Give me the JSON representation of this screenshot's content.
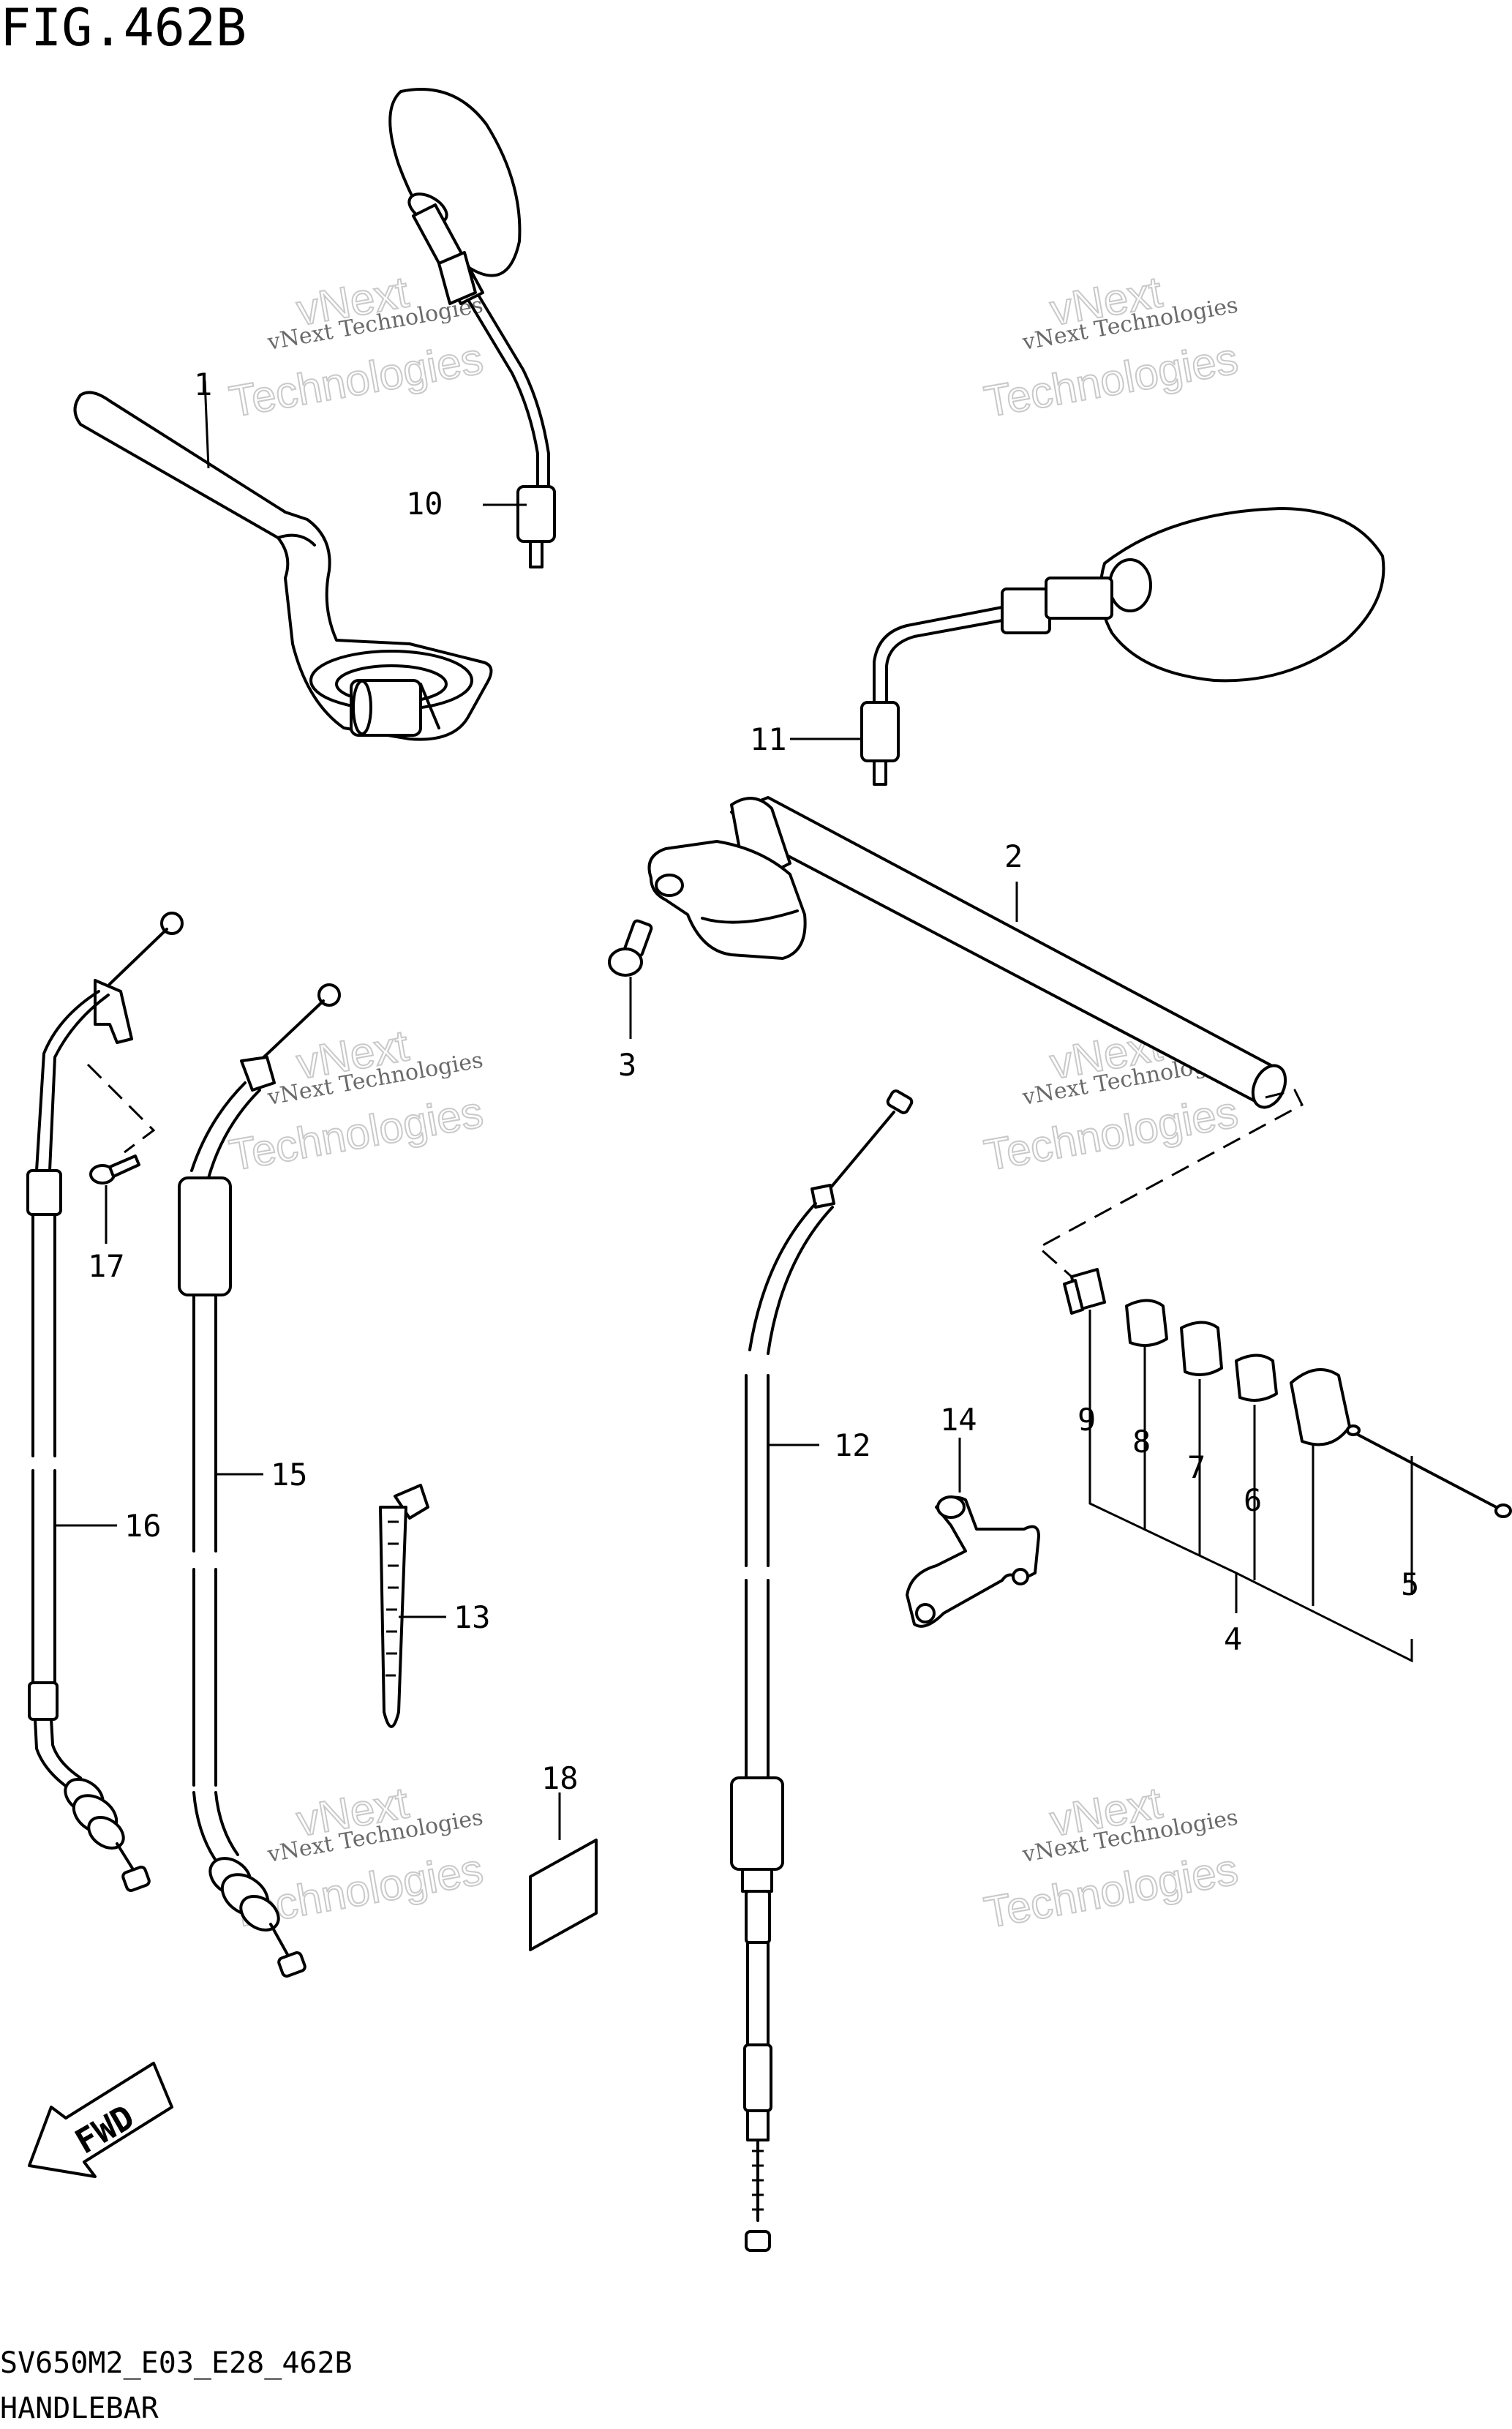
{
  "figure": {
    "title": "FIG.462B",
    "code": "SV650M2_E03_E28_462B",
    "name": "HANDLEBAR"
  },
  "watermark": {
    "line1": "vNext Technologies",
    "line2": "vNext",
    "line3": "Technologies"
  },
  "fwd_label": "FWD",
  "callouts": [
    "1",
    "2",
    "3",
    "4",
    "5",
    "6",
    "7",
    "8",
    "9",
    "10",
    "11",
    "12",
    "13",
    "14",
    "15",
    "16",
    "17",
    "18"
  ]
}
